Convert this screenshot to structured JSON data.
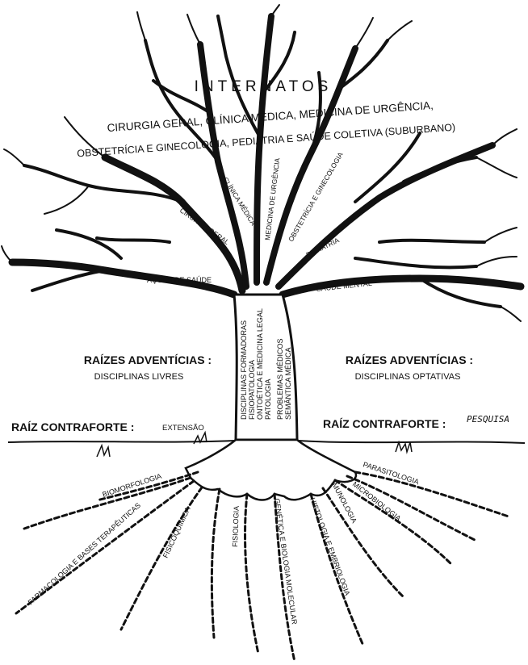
{
  "colors": {
    "ink": "#111111",
    "background": "#ffffff"
  },
  "crown": {
    "title": "INTERNATOS",
    "line1": "CIRURGIA GERAL, CLÍNICA MÉDICA, MEDICINA DE URGÊNCIA,",
    "line2": "OBSTETRÍCIA E GINECOLOGIA, PEDIATRIA E SAÚDE COLETIVA (SUBURBANO)"
  },
  "branches": {
    "cirurgia_geral": "CIRURGIA GERAL",
    "clinica_medica": "CLÍNICA MÉDICA",
    "medicina_urgencia": "MEDICINA DE URGÊNCIA",
    "obstetricia": "OBSTETRÍCIA E GINECOLOGIA",
    "pediatria": "PEDIATRIA",
    "acoes_saude": "AÇÕES DE SAÚDE",
    "saude_mental": "SAÚDE MENTAL"
  },
  "trunk": {
    "items": [
      "DISCIPLINAS FORMADORAS",
      "FISIOPATOLOGIA",
      "ONTOÉTICA E MEDICINA LEGAL",
      "PATOLOGIA",
      "PROBLEMAS MÉDICOS",
      "SEMÂNTICA MÉDICA"
    ]
  },
  "adventitious_left": {
    "title": "RAÍZES ADVENTÍCIAS :",
    "subtitle": "DISCIPLINAS LIVRES"
  },
  "adventitious_right": {
    "title": "RAÍZES ADVENTÍCIAS :",
    "subtitle": "DISCIPLINAS OPTATIVAS"
  },
  "buttress_left": {
    "title": "RAÍZ CONTRAFORTE :",
    "value": "EXTENSÃO"
  },
  "buttress_right": {
    "title": "RAÍZ CONTRAFORTE :",
    "value": "PESQUISA"
  },
  "roots": {
    "biomorfologia": "BIOMORFOLOGIA",
    "farmacologia": "FARMACOLOGIA E BASES TERAPÊUTICAS",
    "fisicoquimica": "FISICOQUÍMICA",
    "fisiologia": "FISIOLOGIA",
    "genetica": "GENÉTICA E BIOLOGIA MOLECULAR",
    "histologia": "HISTOLOGIA E EMBRIOLOGIA",
    "imunologia": "IMUNOLOGIA",
    "microbiologia": "MICROBIOLOGIA",
    "parasitologia": "PARASITOLOGIA"
  }
}
